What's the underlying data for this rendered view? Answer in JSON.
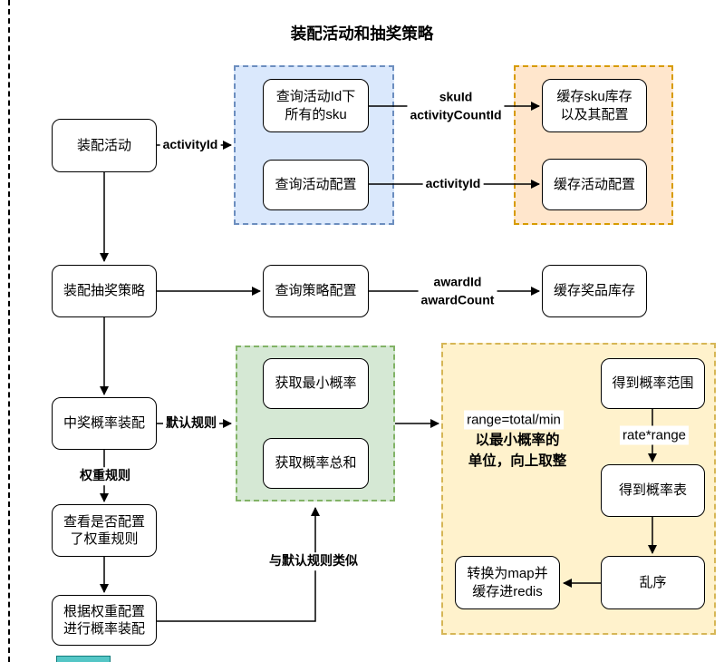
{
  "title": "装配活动和抽奖策略",
  "nodes": {
    "assemble_activity": "装配活动",
    "query_activity_sku": "查询活动Id下\n所有的sku",
    "query_activity_config": "查询活动配置",
    "cache_sku_stock": "缓存sku库存\n以及其配置",
    "cache_activity_config": "缓存活动配置",
    "assemble_lottery_strategy": "装配抽奖策略",
    "query_strategy_config": "查询策略配置",
    "cache_award_stock": "缓存奖品库存",
    "assemble_win_probability": "中奖概率装配",
    "get_min_probability": "获取最小概率",
    "get_probability_sum": "获取概率总和",
    "check_weight_rule": "查看是否配置\n了权重规则",
    "assemble_by_weight": "根据权重配置\n进行概率装配",
    "get_probability_range": "得到概率范围",
    "get_probability_table": "得到概率表",
    "shuffle": "乱序",
    "convert_to_map": "转换为map并\n缓存进redis"
  },
  "edge_labels": {
    "activity_id_1": "activityId",
    "sku_id_count": "skuId\nactivityCountId",
    "activity_id_2": "activityId",
    "award_id_count": "awardId\nawardCount",
    "default_rule": "默认规则",
    "weight_rule": "权重规则",
    "similar_to_default": "与默认规则类似",
    "range_formula": "range=total/min",
    "round_up_note": "以最小概率的\n单位，向上取整",
    "rate_range": "rate*range"
  },
  "colors": {
    "blue_fill": "#dae8fc",
    "blue_border": "#6c8ebf",
    "orange_fill": "#ffe6cc",
    "orange_border": "#d79b00",
    "green_fill": "#d5e8d4",
    "green_border": "#82b366",
    "yellow_fill": "#fff2cc",
    "yellow_border": "#d6b656",
    "arrow": "#000000",
    "clipped_shape_teal": "#54c6c6"
  }
}
